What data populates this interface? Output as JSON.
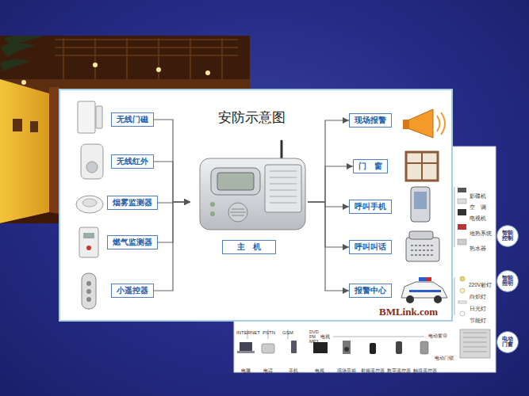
{
  "diagram": {
    "title": "安防示意图",
    "nodes": [
      {
        "text": [
          "无线门磁"
        ]
      },
      {
        "text": [
          "无线红外"
        ]
      },
      {
        "text": [
          "烟雾监测器"
        ]
      },
      {
        "text": [
          "燃气监测器"
        ]
      },
      {
        "text": [
          "小遥控器"
        ]
      },
      {
        "text": [
          "主　机"
        ]
      },
      {
        "text": [
          "现场报警"
        ]
      },
      {
        "text": [
          "门　窗"
        ]
      },
      {
        "text": [
          "呼叫手机"
        ]
      },
      {
        "text": [
          "呼叫叫话"
        ]
      },
      {
        "text": [
          "报警中心"
        ]
      },
      {
        "text": [
          "智能控制"
        ]
      },
      {
        "text": [
          "智能照明"
        ]
      },
      {
        "text": [
          "电动门窗"
        ]
      }
    ],
    "edges": [
      {
        "from": 0,
        "to": 5,
        "arrow": "to"
      },
      {
        "from": 1,
        "to": 5,
        "arrow": "to"
      },
      {
        "from": 2,
        "to": 5,
        "arrow": "to"
      },
      {
        "from": 3,
        "to": 5,
        "arrow": "to"
      },
      {
        "from": 4,
        "to": 5,
        "arrow": "to"
      },
      {
        "from": 5,
        "to": 6,
        "arrow": "to"
      },
      {
        "from": 5,
        "to": 7,
        "arrow": "to"
      },
      {
        "from": 5,
        "to": 8,
        "arrow": "to"
      },
      {
        "from": 5,
        "to": 9,
        "arrow": "to"
      },
      {
        "from": 5,
        "to": 10,
        "arrow": "to"
      }
    ],
    "labels": [
      "BMLink.com",
      "影碟机",
      "空　调",
      "电视机",
      "地热系统",
      "热水器",
      "220V射灯",
      "白炽灯",
      "日光灯",
      "节能灯",
      "INTERNET",
      "PSTN",
      "GSM",
      "DVD",
      "FM",
      "MP3",
      "电视",
      "电动窗帘",
      "电动门锁",
      "电脑",
      "电话",
      "手机",
      "电视",
      "现场音箱",
      "射频遥控器",
      "数字遥控器",
      "触摸遥控器"
    ]
  }
}
